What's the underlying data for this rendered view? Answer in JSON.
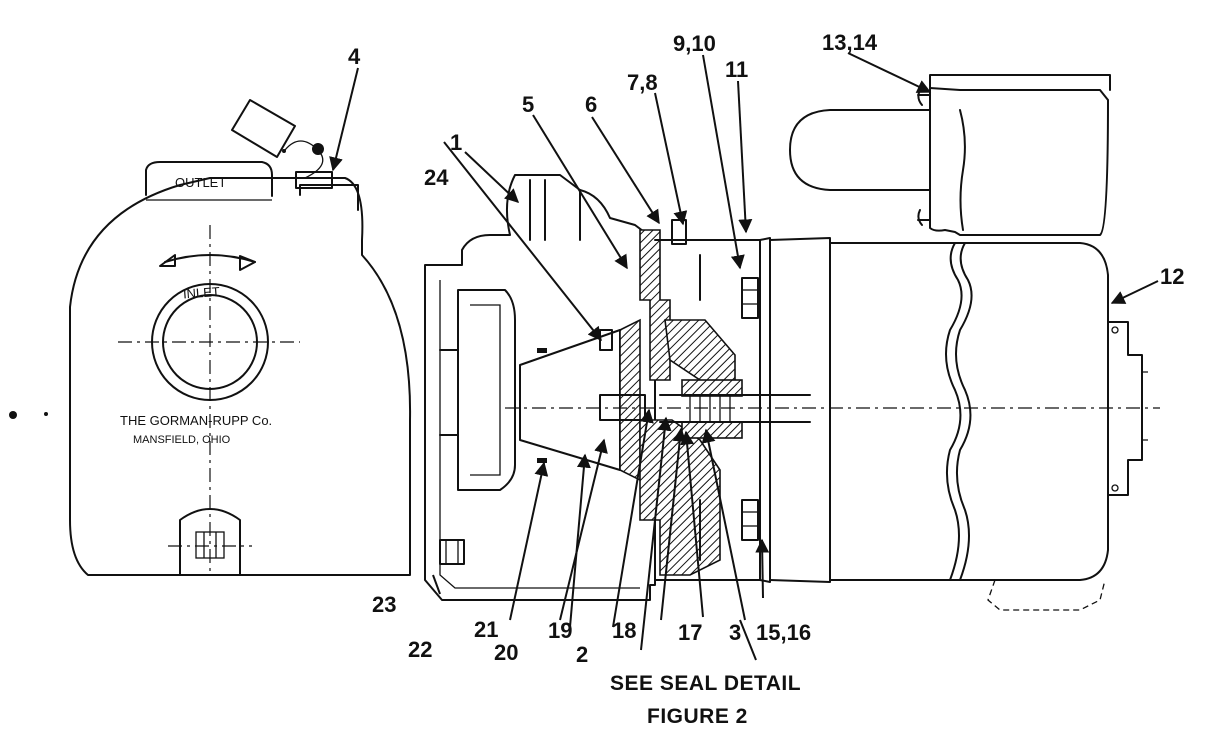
{
  "front_view": {
    "outlet_label": "OUTLET",
    "inlet_label": "INLET",
    "maker_line1": "THE GORMAN-RUPP Co.",
    "maker_line2": "MANSFIELD, OHIO"
  },
  "callouts": {
    "c1": "1",
    "c2": "2",
    "c3": "3",
    "c4": "4",
    "c5": "5",
    "c6": "6",
    "c7_8": "7,8",
    "c9_10": "9,10",
    "c11": "11",
    "c12": "12",
    "c13_14": "13,14",
    "c15_16": "15,16",
    "c17": "17",
    "c18": "18",
    "c19": "19",
    "c20": "20",
    "c21": "21",
    "c22": "22",
    "c23": "23",
    "c24": "24"
  },
  "caption": {
    "line1": "SEE SEAL DETAIL",
    "line2": "FIGURE 2"
  }
}
